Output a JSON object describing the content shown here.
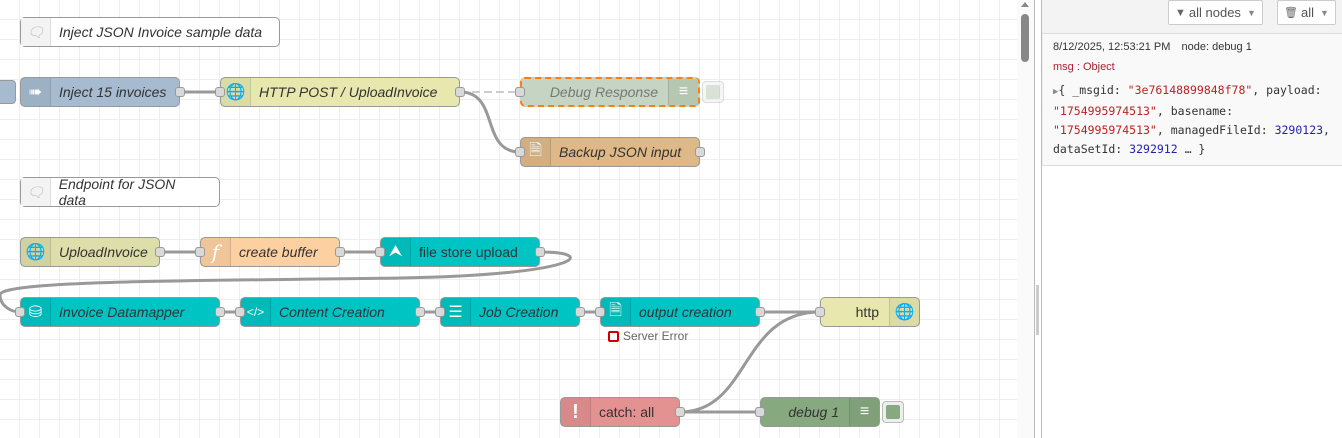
{
  "workspace": {
    "comments": [
      {
        "id": "c1",
        "label": "Inject JSON Invoice sample data"
      },
      {
        "id": "c2",
        "label": "Endpoint for JSON data"
      }
    ],
    "nodes": {
      "inject": {
        "label": "Inject 15 invoices",
        "color": "#a6bbcf",
        "icon": "arrow-right-icon"
      },
      "http_post": {
        "label": "HTTP POST / UploadInvoice",
        "color": "#e7e7ae",
        "icon": "globe-icon"
      },
      "debug_response": {
        "label": "Debug Response",
        "color": "#87a980",
        "icon": "list-icon",
        "state": "disabled-selected"
      },
      "backup_json": {
        "label": "Backup JSON input",
        "color": "#deb887",
        "icon": "file-out-icon"
      },
      "upload_invoice": {
        "label": "UploadInvoice",
        "color": "#e7e7ae",
        "icon": "globe-icon"
      },
      "create_buffer": {
        "label": "create buffer",
        "color": "#fdd0a2",
        "icon": "function-icon"
      },
      "file_store_upload": {
        "label": "file store upload",
        "color": "#00c3c3",
        "icon": "upload-icon"
      },
      "invoice_datamapper": {
        "label": "Invoice Datamapper",
        "color": "#00c3c3",
        "icon": "database-icon"
      },
      "content_creation": {
        "label": "Content Creation",
        "color": "#00c3c3",
        "icon": "code-file-icon"
      },
      "job_creation": {
        "label": "Job Creation",
        "color": "#00c3c3",
        "icon": "layers-icon"
      },
      "output_creation": {
        "label": "output creation",
        "color": "#00c3c3",
        "icon": "file-out-icon",
        "status": "Server Error"
      },
      "http_response": {
        "label": "http",
        "color": "#e7e7ae",
        "icon": "globe-icon"
      },
      "catch_all": {
        "label": "catch: all",
        "color": "#e49191",
        "icon": "exclamation-icon"
      },
      "debug1": {
        "label": "debug 1",
        "color": "#87a980",
        "icon": "list-icon"
      }
    }
  },
  "sidebar": {
    "filter_label": "all nodes",
    "clear_label": "all",
    "message": {
      "timestamp": "8/12/2025, 12:53:21 PM",
      "node": "node: debug 1",
      "type": "msg : Object",
      "fields": [
        {
          "key": "_msgid",
          "value": "\"3e76148899848f78\"",
          "kind": "string"
        },
        {
          "key": "payload",
          "value": "\"1754995974513\"",
          "kind": "string"
        },
        {
          "key": "basename",
          "value": "\"1754995974513\"",
          "kind": "string"
        },
        {
          "key": "managedFileId",
          "value": "3290123",
          "kind": "number"
        },
        {
          "key": "dataSetId",
          "value": "3292912",
          "kind": "number"
        }
      ],
      "ellipsis": "…"
    }
  }
}
